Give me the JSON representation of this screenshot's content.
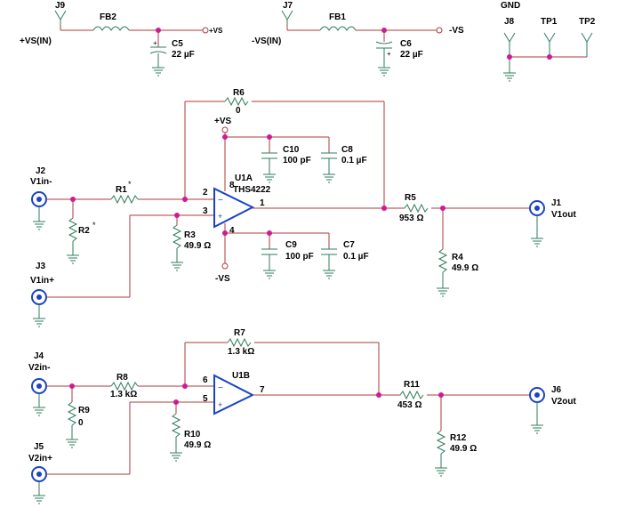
{
  "power": {
    "fb2": {
      "jack": "J9",
      "bead": "FB2",
      "net_in": "+VS(IN)",
      "net_out": "+VS",
      "cap": "C5",
      "cap_val": "22 µF"
    },
    "fb1": {
      "jack": "J7",
      "bead": "FB1",
      "net_in": "-VS(IN)",
      "net_out": "-VS",
      "cap": "C6",
      "cap_val": "22 µF"
    },
    "gnd": {
      "title": "GND",
      "j8": "J8",
      "tp1": "TP1",
      "tp2": "TP2"
    }
  },
  "ch1": {
    "amp": "U1A",
    "part": "THS4222",
    "in_minus": {
      "ref": "J2",
      "net": "V1in-"
    },
    "in_plus": {
      "ref": "J3",
      "net": "V1in+"
    },
    "out": {
      "ref": "J1",
      "net": "V1out"
    },
    "r1": {
      "ref": "R1",
      "mark": "*"
    },
    "r2": {
      "ref": "R2",
      "mark": "*"
    },
    "r3": {
      "ref": "R3",
      "val": "49.9 Ω"
    },
    "r4": {
      "ref": "R4",
      "val": "49.9 Ω"
    },
    "r5": {
      "ref": "R5",
      "val": "953 Ω"
    },
    "r6": {
      "ref": "R6",
      "val": "0"
    },
    "c10": {
      "ref": "C10",
      "val": "100 pF"
    },
    "c8": {
      "ref": "C8",
      "val": "0.1 µF"
    },
    "c9": {
      "ref": "C9",
      "val": "100 pF"
    },
    "c7": {
      "ref": "C7",
      "val": "0.1 µF"
    },
    "vpos": "+VS",
    "vneg": "-VS",
    "pins": {
      "inv": "2",
      "noninv": "3",
      "out": "1",
      "vp": "8",
      "vn": "4"
    }
  },
  "ch2": {
    "amp": "U1B",
    "in_minus": {
      "ref": "J4",
      "net": "V2in-"
    },
    "in_plus": {
      "ref": "J5",
      "net": "V2in+"
    },
    "out": {
      "ref": "J6",
      "net": "V2out"
    },
    "r7": {
      "ref": "R7",
      "val": "1.3 kΩ"
    },
    "r8": {
      "ref": "R8",
      "val": "1.3 kΩ"
    },
    "r9": {
      "ref": "R9",
      "val": "0"
    },
    "r10": {
      "ref": "R10",
      "val": "49.9 Ω"
    },
    "r11": {
      "ref": "R11",
      "val": "453 Ω"
    },
    "r12": {
      "ref": "R12",
      "val": "49.9 Ω"
    },
    "pins": {
      "inv": "6",
      "noninv": "5",
      "out": "7"
    }
  }
}
